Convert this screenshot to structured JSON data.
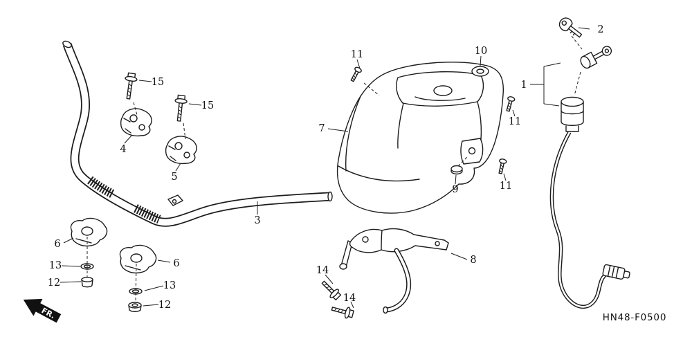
{
  "meta": {
    "drawing_code": "HN48-F0500",
    "fr_label": "FR."
  },
  "callouts": [
    {
      "label": "2"
    },
    {
      "label": "11"
    },
    {
      "label": "10"
    },
    {
      "label": "1"
    },
    {
      "label": "15"
    },
    {
      "label": "15"
    },
    {
      "label": "11"
    },
    {
      "label": "7"
    },
    {
      "label": "4"
    },
    {
      "label": "5"
    },
    {
      "label": "9"
    },
    {
      "label": "11"
    },
    {
      "label": "3"
    },
    {
      "label": "6"
    },
    {
      "label": "8"
    },
    {
      "label": "13"
    },
    {
      "label": "6"
    },
    {
      "label": "12"
    },
    {
      "label": "14"
    },
    {
      "label": "13"
    },
    {
      "label": "12"
    },
    {
      "label": "14"
    }
  ]
}
